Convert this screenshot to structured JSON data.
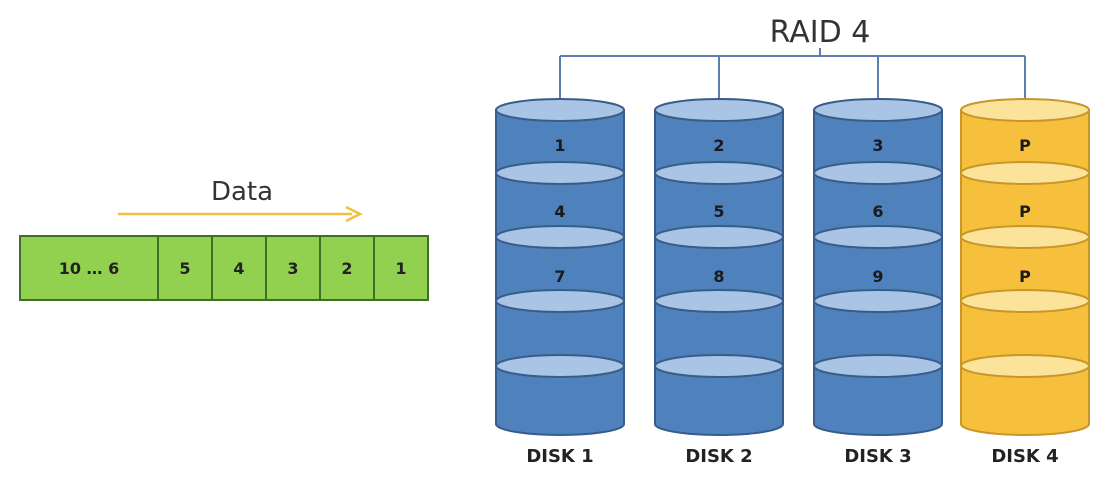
{
  "title": "RAID 4",
  "data_flow": {
    "label": "Data",
    "blocks": [
      "10 … 6",
      "5",
      "4",
      "3",
      "2",
      "1"
    ]
  },
  "disks": [
    {
      "name": "DISK 1",
      "blocks": [
        "1",
        "4",
        "7",
        "",
        ""
      ],
      "kind": "data"
    },
    {
      "name": "DISK 2",
      "blocks": [
        "2",
        "5",
        "8",
        "",
        ""
      ],
      "kind": "data"
    },
    {
      "name": "DISK 3",
      "blocks": [
        "3",
        "6",
        "9",
        "",
        ""
      ],
      "kind": "data"
    },
    {
      "name": "DISK 4",
      "blocks": [
        "P",
        "P",
        "P",
        "",
        ""
      ],
      "kind": "parity"
    }
  ],
  "colors": {
    "data_disk_body": "#4f81bd",
    "data_disk_top": "#a9c4e4",
    "data_disk_stroke": "#385d8a",
    "parity_disk_body": "#f6c03d",
    "parity_disk_top": "#fbe39a",
    "parity_disk_stroke": "#c8962a",
    "strip_fill": "#92d050",
    "strip_stroke": "#3f6e27",
    "arrow": "#f0c040",
    "connector": "#5b7fb0"
  }
}
